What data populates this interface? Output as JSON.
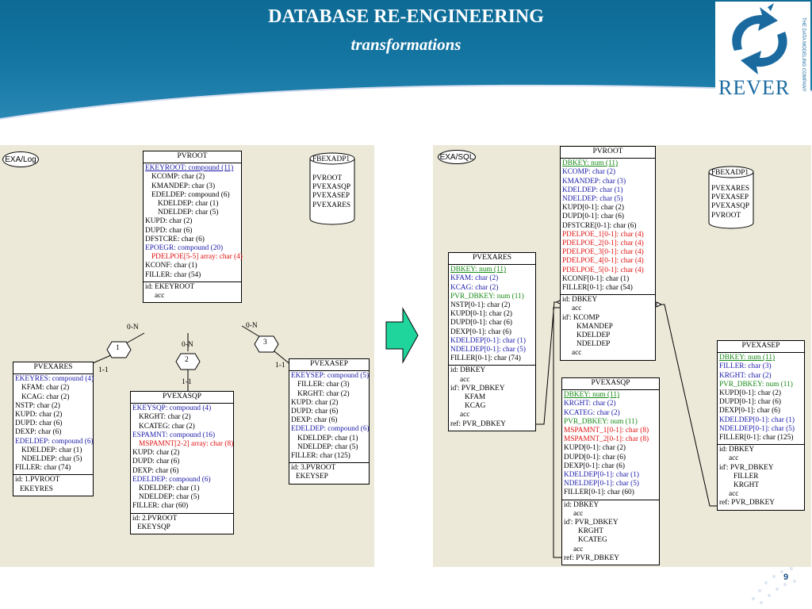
{
  "header": {
    "title": "DATABASE RE-ENGINEERING",
    "subtitle": "transformations"
  },
  "logo": {
    "text": "REVER",
    "tagline": "THE DATA MODELING COMPANY"
  },
  "left": {
    "label": "EXA/Log",
    "file": {
      "name": "FBEXADP1",
      "items": [
        "PVROOT",
        "PVEXASQP",
        "PVEXASEP",
        "PVEXARES"
      ]
    },
    "pvroot": {
      "name": "PVROOT",
      "attrs": [
        {
          "t": "EKEYROOT: compound (11)",
          "c": "blue",
          "i": 0,
          "u": true
        },
        {
          "t": "KCOMP: char (2)",
          "c": "blk",
          "i": 1
        },
        {
          "t": "KMANDEP: char (3)",
          "c": "blk",
          "i": 1
        },
        {
          "t": "EDELDEP: compound (6)",
          "c": "blk",
          "i": 1
        },
        {
          "t": "KDELDEP: char (1)",
          "c": "blk",
          "i": 2
        },
        {
          "t": "NDELDEP: char (5)",
          "c": "blk",
          "i": 2
        },
        {
          "t": "KUPD: char (2)",
          "c": "blk",
          "i": 0
        },
        {
          "t": "DUPD: char (6)",
          "c": "blk",
          "i": 0
        },
        {
          "t": "DFSTCRE: char (6)",
          "c": "blk",
          "i": 0
        },
        {
          "t": "EPOEGR: compound (20)",
          "c": "blue",
          "i": 0
        },
        {
          "t": "PDELPOE[5-5] array: char (4)",
          "c": "red",
          "i": 1
        },
        {
          "t": "KCONF: char (1)",
          "c": "blk",
          "i": 0
        },
        {
          "t": "FILLER: char (54)",
          "c": "blk",
          "i": 0
        }
      ],
      "ids": [
        {
          "t": "id: EKEYROOT",
          "i": 0
        },
        {
          "t": "acc",
          "i": 2
        }
      ]
    },
    "pvexares": {
      "name": "PVEXARES",
      "attrs": [
        {
          "t": "EKEYRES: compound (4)",
          "c": "blue",
          "i": 0
        },
        {
          "t": "KFAM: char (2)",
          "c": "blk",
          "i": 1
        },
        {
          "t": "KCAG: char (2)",
          "c": "blk",
          "i": 1
        },
        {
          "t": "NSTP: char (2)",
          "c": "blk",
          "i": 0
        },
        {
          "t": "KUPD: char (2)",
          "c": "blk",
          "i": 0
        },
        {
          "t": "DUPD: char (6)",
          "c": "blk",
          "i": 0
        },
        {
          "t": "DEXP: char (6)",
          "c": "blk",
          "i": 0
        },
        {
          "t": "EDELDEP: compound (6)",
          "c": "blue",
          "i": 0
        },
        {
          "t": "KDELDEP: char (1)",
          "c": "blk",
          "i": 1
        },
        {
          "t": "NDELDEP: char (5)",
          "c": "blk",
          "i": 1
        },
        {
          "t": "FILLER: char (74)",
          "c": "blk",
          "i": 0
        }
      ],
      "ids": [
        {
          "t": "id: 1.PVROOT",
          "i": 0
        },
        {
          "t": "EKEYRES",
          "i": 1
        }
      ]
    },
    "pvexasqp": {
      "name": "PVEXASQP",
      "attrs": [
        {
          "t": "EKEYSQP: compound (4)",
          "c": "blue",
          "i": 0
        },
        {
          "t": "KRGHT: char (2)",
          "c": "blk",
          "i": 1
        },
        {
          "t": "KCATEG: char (2)",
          "c": "blk",
          "i": 1
        },
        {
          "t": "ESPAMNT: compound (16)",
          "c": "blue",
          "i": 0
        },
        {
          "t": "MSPAMNT[2-2] array: char (8)",
          "c": "red",
          "i": 1
        },
        {
          "t": "KUPD: char (2)",
          "c": "blk",
          "i": 0
        },
        {
          "t": "DUPD: char (6)",
          "c": "blk",
          "i": 0
        },
        {
          "t": "DEXP: char (6)",
          "c": "blk",
          "i": 0
        },
        {
          "t": "EDELDEP: compound (6)",
          "c": "blue",
          "i": 0
        },
        {
          "t": "KDELDEP: char (1)",
          "c": "blk",
          "i": 1
        },
        {
          "t": "NDELDEP: char (5)",
          "c": "blk",
          "i": 1
        },
        {
          "t": "FILLER: char (60)",
          "c": "blk",
          "i": 0
        }
      ],
      "ids": [
        {
          "t": "id: 2.PVROOT",
          "i": 0
        },
        {
          "t": "EKEYSQP",
          "i": 1
        }
      ]
    },
    "pvexasep": {
      "name": "PVEXASEP",
      "attrs": [
        {
          "t": "EKEYSEP: compound (5)",
          "c": "blue",
          "i": 0
        },
        {
          "t": "FILLER: char (3)",
          "c": "blk",
          "i": 1
        },
        {
          "t": "KRGHT: char (2)",
          "c": "blk",
          "i": 1
        },
        {
          "t": "KUPD: char (2)",
          "c": "blk",
          "i": 0
        },
        {
          "t": "DUPD: char (6)",
          "c": "blk",
          "i": 0
        },
        {
          "t": "DEXP: char (6)",
          "c": "blk",
          "i": 0
        },
        {
          "t": "EDELDEP: compound (6)",
          "c": "blue",
          "i": 0
        },
        {
          "t": "KDELDEP: char (1)",
          "c": "blk",
          "i": 1
        },
        {
          "t": "NDELDEP: char (5)",
          "c": "blk",
          "i": 1
        },
        {
          "t": "FILLER: char (125)",
          "c": "blk",
          "i": 0
        }
      ],
      "ids": [
        {
          "t": "id: 3.PVROOT",
          "i": 0
        },
        {
          "t": "EKEYSEP",
          "i": 1
        }
      ]
    },
    "rels": [
      {
        "num": "1",
        "card_top": "0-N",
        "card_bottom": "1-1"
      },
      {
        "num": "2",
        "card_top": "0-N",
        "card_bottom": "1-1"
      },
      {
        "num": "3",
        "card_top": "0-N",
        "card_bottom": "1-1"
      }
    ]
  },
  "right": {
    "label": "EXA/SQL",
    "file": {
      "name": "FBEXADP1",
      "items": [
        "PVEXARES",
        "PVEXASEP",
        "PVEXASQP",
        "PVROOT"
      ]
    },
    "pvroot": {
      "name": "PVROOT",
      "attrs": [
        {
          "t": "DBKEY: num (11)",
          "c": "green",
          "i": 0,
          "u": true
        },
        {
          "t": "KCOMP: char (2)",
          "c": "blue",
          "i": 0
        },
        {
          "t": "KMANDEP: char (3)",
          "c": "blue",
          "i": 0
        },
        {
          "t": "KDELDEP: char (1)",
          "c": "blue",
          "i": 0
        },
        {
          "t": "NDELDEP: char (5)",
          "c": "blue",
          "i": 0
        },
        {
          "t": "KUPD[0-1]: char (2)",
          "c": "blk",
          "i": 0
        },
        {
          "t": "DUPD[0-1]: char (6)",
          "c": "blk",
          "i": 0
        },
        {
          "t": "DFSTCRE[0-1]: char (6)",
          "c": "blk",
          "i": 0
        },
        {
          "t": "PDELPOE_1[0-1]: char (4)",
          "c": "red",
          "i": 0
        },
        {
          "t": "PDELPOE_2[0-1]: char (4)",
          "c": "red",
          "i": 0
        },
        {
          "t": "PDELPOE_3[0-1]: char (4)",
          "c": "red",
          "i": 0
        },
        {
          "t": "PDELPOE_4[0-1]: char (4)",
          "c": "red",
          "i": 0
        },
        {
          "t": "PDELPOE_5[0-1]: char (4)",
          "c": "red",
          "i": 0
        },
        {
          "t": "KCONF[0-1]: char (1)",
          "c": "blk",
          "i": 0
        },
        {
          "t": "FILLER[0-1]: char (54)",
          "c": "blk",
          "i": 0
        }
      ],
      "ids": [
        {
          "t": "id: DBKEY",
          "i": 0
        },
        {
          "t": "acc",
          "i": 2
        },
        {
          "t": "id': KCOMP",
          "i": 0
        },
        {
          "t": "KMANDEP",
          "i": 3
        },
        {
          "t": "KDELDEP",
          "i": 3
        },
        {
          "t": "NDELDEP",
          "i": 3
        },
        {
          "t": "acc",
          "i": 2
        }
      ]
    },
    "pvexares": {
      "name": "PVEXARES",
      "attrs": [
        {
          "t": "DBKEY: num (11)",
          "c": "green",
          "i": 0,
          "u": true
        },
        {
          "t": "KFAM: char (2)",
          "c": "blue",
          "i": 0
        },
        {
          "t": "KCAG: char (2)",
          "c": "blue",
          "i": 0
        },
        {
          "t": "PVR_DBKEY: num (11)",
          "c": "green",
          "i": 0
        },
        {
          "t": "NSTP[0-1]: char (2)",
          "c": "blk",
          "i": 0
        },
        {
          "t": "KUPD[0-1]: char (2)",
          "c": "blk",
          "i": 0
        },
        {
          "t": "DUPD[0-1]: char (6)",
          "c": "blk",
          "i": 0
        },
        {
          "t": "DEXP[0-1]: char (6)",
          "c": "blk",
          "i": 0
        },
        {
          "t": "KDELDEP[0-1]: char (1)",
          "c": "blue",
          "i": 0
        },
        {
          "t": "NDELDEP[0-1]: char (5)",
          "c": "blue",
          "i": 0
        },
        {
          "t": "FILLER[0-1]: char (74)",
          "c": "blk",
          "i": 0
        }
      ],
      "ids": [
        {
          "t": "id: DBKEY",
          "i": 0
        },
        {
          "t": "acc",
          "i": 2
        },
        {
          "t": "id': PVR_DBKEY",
          "i": 0
        },
        {
          "t": "KFAM",
          "i": 3
        },
        {
          "t": "KCAG",
          "i": 3
        },
        {
          "t": "acc",
          "i": 2
        },
        {
          "t": "ref: PVR_DBKEY",
          "i": 0
        }
      ]
    },
    "pvexasqp": {
      "name": "PVEXASQP",
      "attrs": [
        {
          "t": "DBKEY: num (11)",
          "c": "green",
          "i": 0,
          "u": true
        },
        {
          "t": "KRGHT: char (2)",
          "c": "blue",
          "i": 0
        },
        {
          "t": "KCATEG: char (2)",
          "c": "blue",
          "i": 0
        },
        {
          "t": "PVR_DBKEY: num (11)",
          "c": "green",
          "i": 0
        },
        {
          "t": "MSPAMNT_1[0-1]: char (8)",
          "c": "red",
          "i": 0
        },
        {
          "t": "MSPAMNT_2[0-1]: char (8)",
          "c": "red",
          "i": 0
        },
        {
          "t": "KUPD[0-1]: char (2)",
          "c": "blk",
          "i": 0
        },
        {
          "t": "DUPD[0-1]: char (6)",
          "c": "blk",
          "i": 0
        },
        {
          "t": "DEXP[0-1]: char (6)",
          "c": "blk",
          "i": 0
        },
        {
          "t": "KDELDEP[0-1]: char (1)",
          "c": "blue",
          "i": 0
        },
        {
          "t": "NDELDEP[0-1]: char (5)",
          "c": "blue",
          "i": 0
        },
        {
          "t": "FILLER[0-1]: char (60)",
          "c": "blk",
          "i": 0
        }
      ],
      "ids": [
        {
          "t": "id: DBKEY",
          "i": 0
        },
        {
          "t": "acc",
          "i": 2
        },
        {
          "t": "id': PVR_DBKEY",
          "i": 0
        },
        {
          "t": "KRGHT",
          "i": 3
        },
        {
          "t": "KCATEG",
          "i": 3
        },
        {
          "t": "acc",
          "i": 2
        },
        {
          "t": "ref: PVR_DBKEY",
          "i": 0
        }
      ]
    },
    "pvexasep": {
      "name": "PVEXASEP",
      "attrs": [
        {
          "t": "DBKEY: num (11)",
          "c": "green",
          "i": 0,
          "u": true
        },
        {
          "t": "FILLER: char (3)",
          "c": "blue",
          "i": 0
        },
        {
          "t": "KRGHT: char (2)",
          "c": "blue",
          "i": 0
        },
        {
          "t": "PVR_DBKEY: num (11)",
          "c": "green",
          "i": 0
        },
        {
          "t": "KUPD[0-1]: char (2)",
          "c": "blk",
          "i": 0
        },
        {
          "t": "DUPD[0-1]: char (6)",
          "c": "blk",
          "i": 0
        },
        {
          "t": "DEXP[0-1]: char (6)",
          "c": "blk",
          "i": 0
        },
        {
          "t": "KDELDEP[0-1]: char (1)",
          "c": "blue",
          "i": 0
        },
        {
          "t": "NDELDEP[0-1]: char (5)",
          "c": "blue",
          "i": 0
        },
        {
          "t": "FILLER[0-1]: char (125)",
          "c": "blk",
          "i": 0
        }
      ],
      "ids": [
        {
          "t": "id: DBKEY",
          "i": 0
        },
        {
          "t": "acc",
          "i": 2
        },
        {
          "t": "id': PVR_DBKEY",
          "i": 0
        },
        {
          "t": "FILLER",
          "i": 3
        },
        {
          "t": "KRGHT",
          "i": 3
        },
        {
          "t": "acc",
          "i": 2
        },
        {
          "t": "ref: PVR_DBKEY",
          "i": 0
        }
      ]
    }
  },
  "page_number": "9",
  "colors": {
    "header": "#1577a4",
    "panel": "#ece9d8",
    "arrow": "#1fd59c"
  }
}
